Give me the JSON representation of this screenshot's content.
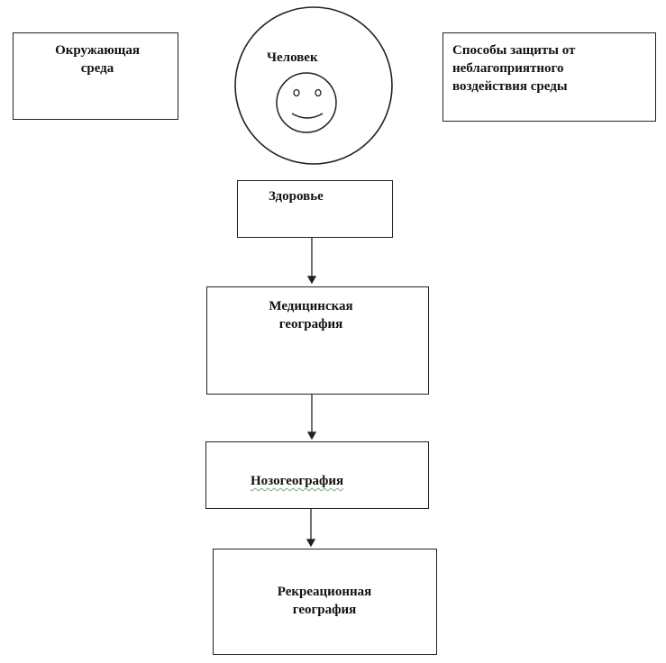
{
  "nodes": {
    "environment": {
      "label": "Окружающая\nсреда"
    },
    "human": {
      "label": "Человек"
    },
    "protection": {
      "label": "Способы защиты от\nнеблагоприятного\nвоздействия среды"
    },
    "health": {
      "label": "Здоровье"
    },
    "medical": {
      "label": "Медицинская\nгеография"
    },
    "nosogeo": {
      "label": "Нозогеография"
    },
    "recreation": {
      "label": "Рекреационная\nгеография"
    }
  },
  "edges": [
    {
      "from": "health",
      "to": "medical"
    },
    {
      "from": "medical",
      "to": "nosogeo"
    },
    {
      "from": "nosogeo",
      "to": "recreation"
    }
  ]
}
